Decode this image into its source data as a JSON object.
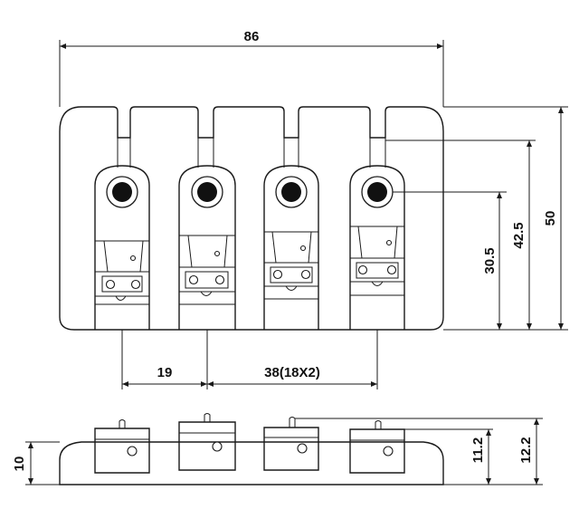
{
  "dimensions": {
    "overall_width": "86",
    "saddle_spacing_first": "19",
    "saddle_spacing_total": "38(18X2)",
    "height_to_hole": "30.5",
    "height_to_slot": "42.5",
    "overall_depth": "50",
    "side_base_height": "10",
    "side_height_low": "11.2",
    "side_height_high": "12.2"
  },
  "colors": {
    "line": "#1a1a1a",
    "background": "#ffffff"
  }
}
